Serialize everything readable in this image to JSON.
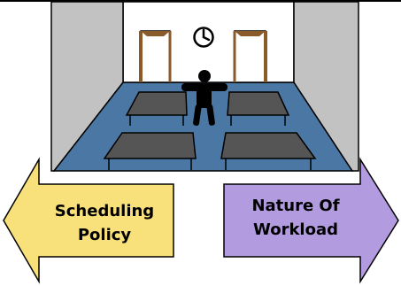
{
  "labels": {
    "left_line1": "Scheduling",
    "left_line2": "Policy",
    "right_line1": "Nature Of",
    "right_line2": "Workload"
  },
  "colors": {
    "floor": "#4a77a3",
    "wall": "#c2c2c2",
    "back_wall": "#ffffff",
    "bed": "#555555",
    "left_arrow": "#f8e07a",
    "right_arrow": "#b39be0",
    "outline": "#000000"
  },
  "icons": {
    "clock": "clock-icon",
    "person": "person-icon"
  }
}
